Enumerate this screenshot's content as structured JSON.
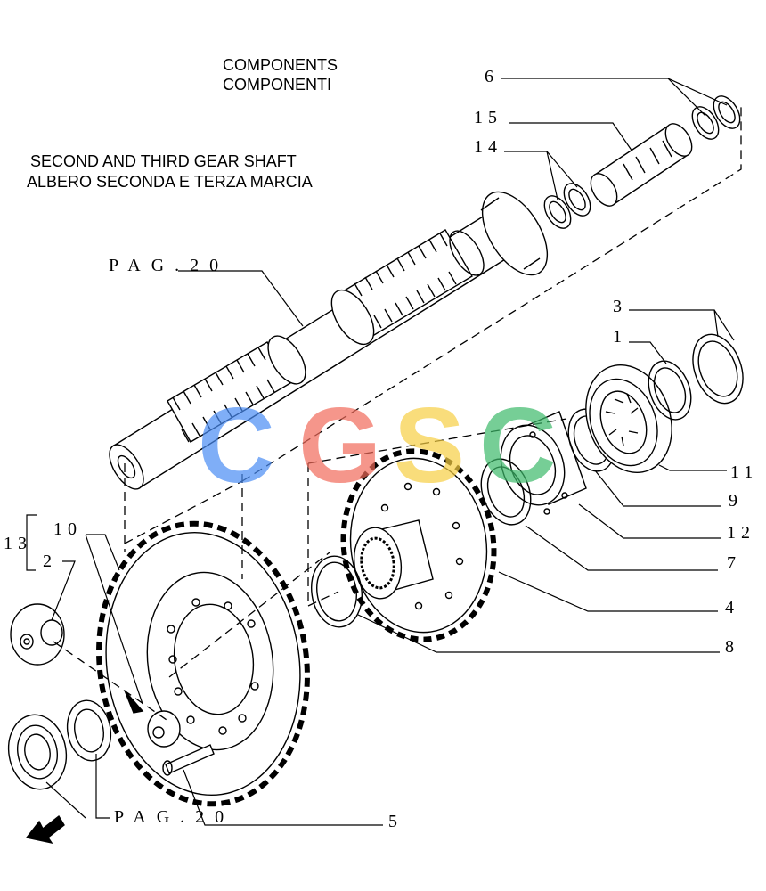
{
  "header": {
    "components_en": "COMPONENTS",
    "components_it": "COMPONENTI",
    "shaft_en": "SECOND AND THIRD GEAR SHAFT",
    "shaft_it": "ALBERO SECONDA E TERZA MARCIA"
  },
  "references": {
    "pag_top": "PAG.20",
    "pag_bottom": "PAG.20"
  },
  "callouts": {
    "c1": "1",
    "c2": "2",
    "c3": "3",
    "c4": "4",
    "c5": "5",
    "c6": "6",
    "c7": "7",
    "c8": "8",
    "c9": "9",
    "c10": "10",
    "c11": "11",
    "c12": "12",
    "c13": "13",
    "c14": "14",
    "c15": "15"
  },
  "watermark": {
    "letters": [
      "C",
      "G",
      "S",
      "C"
    ],
    "colors": [
      "#4a8df5",
      "#f26b5b",
      "#f7cf44",
      "#3dba6a"
    ]
  },
  "colors": {
    "line": "#000000",
    "background": "#ffffff"
  }
}
